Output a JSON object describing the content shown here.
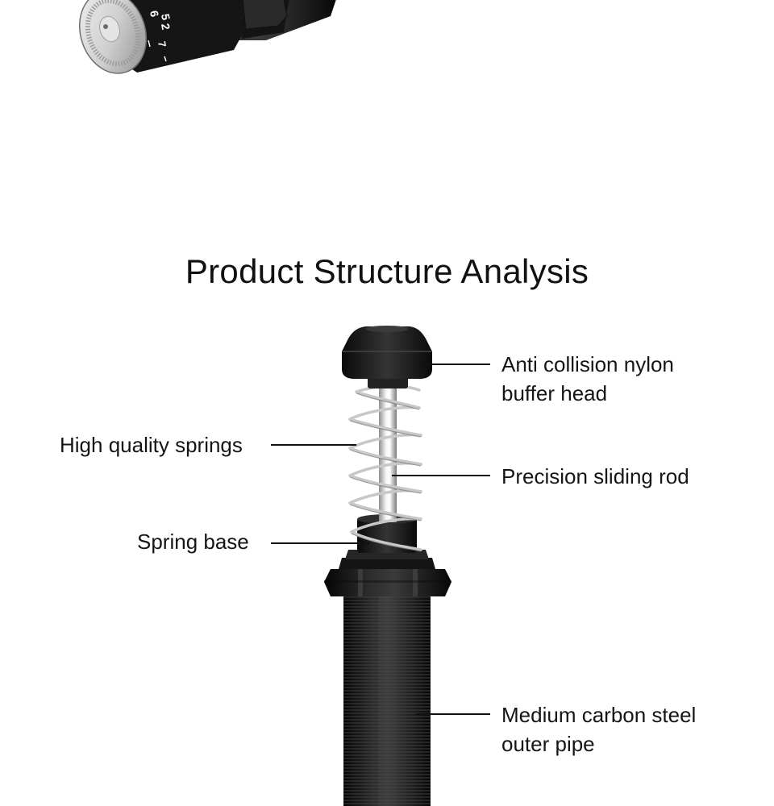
{
  "title": "Product Structure Analysis",
  "dial": {
    "numbers": [
      "5",
      "2",
      "6",
      "7"
    ]
  },
  "callouts": {
    "buffer_head": {
      "line1": "Anti collision nylon",
      "line2": "buffer head"
    },
    "springs": {
      "text": "High quality springs"
    },
    "sliding_rod": {
      "text": "Precision sliding rod"
    },
    "spring_base": {
      "text": "Spring base"
    },
    "outer_pipe": {
      "line1": "Medium carbon steel",
      "line2": "outer pipe"
    }
  },
  "colors": {
    "background": "#ffffff",
    "body_black": "#1b1b1b",
    "chrome": "#d9d9d9",
    "text": "#151515",
    "leader_line": "#111111"
  }
}
